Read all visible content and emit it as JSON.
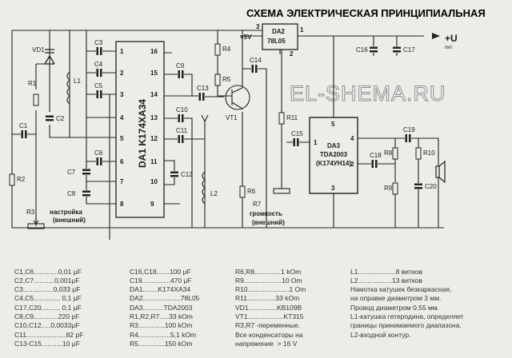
{
  "title": "СХЕМА ЭЛЕКТРИЧЕСКАЯ ПРИНЦИПИАЛЬНАЯ",
  "watermark": "EL-SHEMA.RU",
  "supply": {
    "plus5v": "+5V",
    "u_pit": "+U",
    "u_pit_sub": "пит."
  },
  "chips": {
    "da1": "DA1  K174XA34",
    "da2": "DA2",
    "da2_part": "78L05",
    "da3": "DA3",
    "da3_part": "TDA2003",
    "da3_alt": "(K174УН14)"
  },
  "da1_pins_left": [
    "1",
    "2",
    "3",
    "4",
    "5",
    "6",
    "7",
    "8"
  ],
  "da1_pins_right": [
    "16",
    "15",
    "14",
    "13",
    "12",
    "11",
    "10",
    "9"
  ],
  "da2_pins": [
    "3",
    "1",
    "2"
  ],
  "da3_pins": {
    "p5": "5",
    "p1": "1",
    "p4": "4",
    "p2": "2",
    "p3": "3"
  },
  "components": {
    "C1": "C1",
    "C2": "C2",
    "C3": "C3",
    "C4": "C4",
    "C5": "C5",
    "C6": "C6",
    "C7": "C7",
    "C8": "C8",
    "C9": "C9",
    "C10": "C10",
    "C11": "C11",
    "C12": "C12",
    "C13": "C13",
    "C14": "C14",
    "C15": "C15",
    "C16": "C16",
    "C17": "C17",
    "C18": "C18",
    "C19": "C19",
    "C20": "C20",
    "R1": "R1",
    "R2": "R2",
    "R4": "R4",
    "R5": "R5",
    "R6": "R6",
    "R8": "R8",
    "R9": "R9",
    "R10": "R10",
    "R11": "R11",
    "VD1": "VD1",
    "VT1": "VT1",
    "L1": "L1",
    "L2": "L2"
  },
  "r3": {
    "name": "R3",
    "label": "настройка",
    "sub": "(внешний)"
  },
  "r7": {
    "name": "R7",
    "label": "громкость",
    "sub": "(внешний)"
  },
  "parts_col1": [
    "C1,C6.............0,01 μF",
    "C2,C7...........0,001μF",
    "C3................0,033 μF",
    "C4,C5.............. 0,1 μF",
    "C17,C20.......... 0,1 μF",
    "C8,C9.............220 pF",
    "C10,C12.....0,0033μF",
    "C11.....................82 pF",
    "C13-C15...........10 μF"
  ],
  "parts_col2": [
    "C16,C18.......100 μF",
    "C19...............470 μF",
    "DA1........K174XA34",
    "DA2....................78L05",
    "DA3...........TDA2003",
    "R1,R2,R7.....33 kOm",
    "R3..............100 kOm",
    "R4.................5,1 kOm",
    "R5..............150 kOm"
  ],
  "parts_col3": [
    "R6,R8..............1 kOm",
    "R9....................10 Om",
    "R10......................1 Om",
    "R11...............33 kOm",
    "VD1...............KB109B",
    "VT1...................KT315",
    "R3,R7 -переменные.",
    "Все конденсаторы на",
    "напряжение  > 16 V"
  ],
  "parts_col4": [
    "L1....................8 витков",
    "L2..................13 витков",
    "Намотка катушек безкаркасная,",
    "на оправке диаметром 3 мм.",
    "Провод диаметром 0,55 мм.",
    "L1-катушка гетеродина, определяет",
    "границы принимаемого диапазона.",
    "L2-входной контур."
  ]
}
